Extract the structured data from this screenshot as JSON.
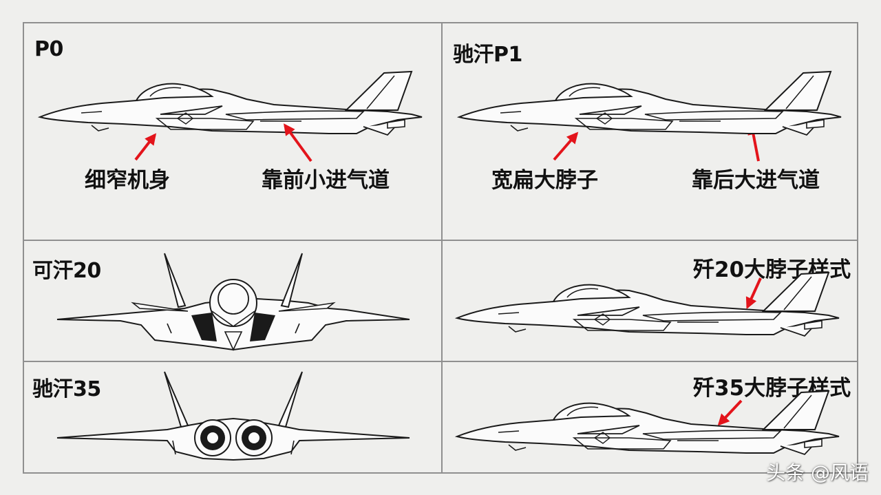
{
  "panels": {
    "p0": {
      "title": "P0",
      "annotations": [
        "细窄机身",
        "靠前小进气道"
      ]
    },
    "p1": {
      "title": "驰汗P1",
      "annotations": [
        "宽扁大脖子",
        "靠后大进气道"
      ]
    },
    "kehan20": {
      "title": "可汗20"
    },
    "chihan35": {
      "title": "驰汗35"
    },
    "j20style": {
      "annotation": "歼20大脖子样式"
    },
    "j35style": {
      "annotation": "歼35大脖子样式"
    }
  },
  "watermark": "头条 @风语",
  "colors": {
    "arrow": "#e3141b",
    "line": "#1a1a1a",
    "background": "#efefed",
    "grid": "#8f8f8f"
  }
}
